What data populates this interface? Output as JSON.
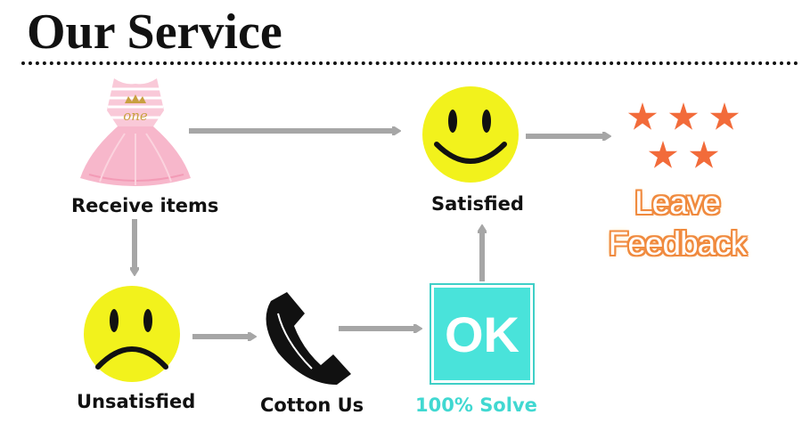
{
  "header": {
    "title": "Our Service"
  },
  "nodes": {
    "receive": "Receive items",
    "satisfied": "Satisfied",
    "unsatisfied": "Unsatisfied",
    "contact": "Cotton Us",
    "solve": "100% Solve",
    "ok": "OK",
    "dress_text": "one"
  },
  "feedback": {
    "line1": "Leave",
    "line2": "Feedback"
  },
  "colors": {
    "arrow": "#a6a6a6",
    "face": "#f2f21c",
    "star": "#f26b3a",
    "ok_box": "#49e3da",
    "solve_text": "#40d8d1",
    "dress": "#f7b7cb"
  }
}
